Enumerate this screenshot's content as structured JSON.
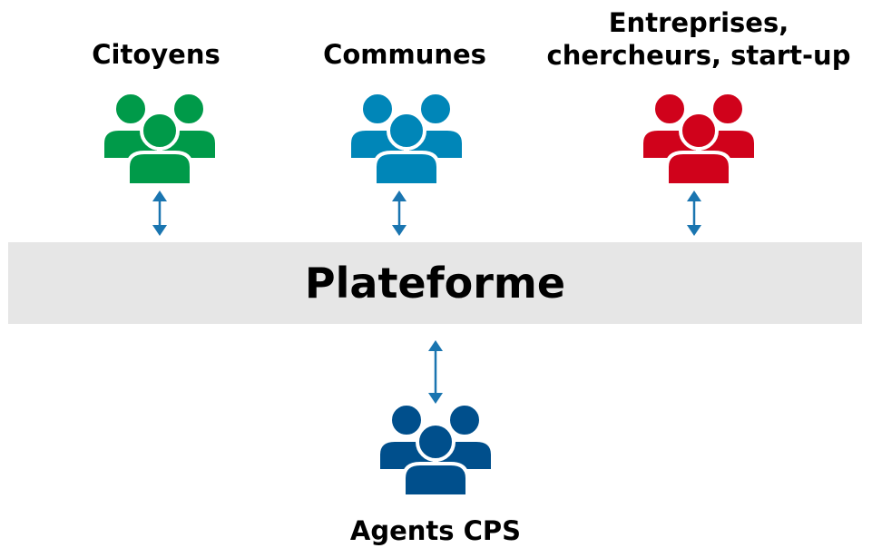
{
  "groups": {
    "citoyens": {
      "label": "Citoyens",
      "color": "#009a49"
    },
    "communes": {
      "label": "Communes",
      "color": "#0086b8"
    },
    "entreprises": {
      "label": "Entreprises,\nchercheurs, start-up",
      "color": "#d0021b"
    },
    "agents": {
      "label": "Agents CPS",
      "color": "#004f8c"
    }
  },
  "platform": {
    "label": "Plateforme",
    "color": "#e6e6e6"
  },
  "arrow_color": "#1a75b0",
  "icons": {
    "citoyens": "people-group-icon",
    "communes": "people-group-icon",
    "entreprises": "people-group-icon",
    "agents": "people-group-icon"
  }
}
